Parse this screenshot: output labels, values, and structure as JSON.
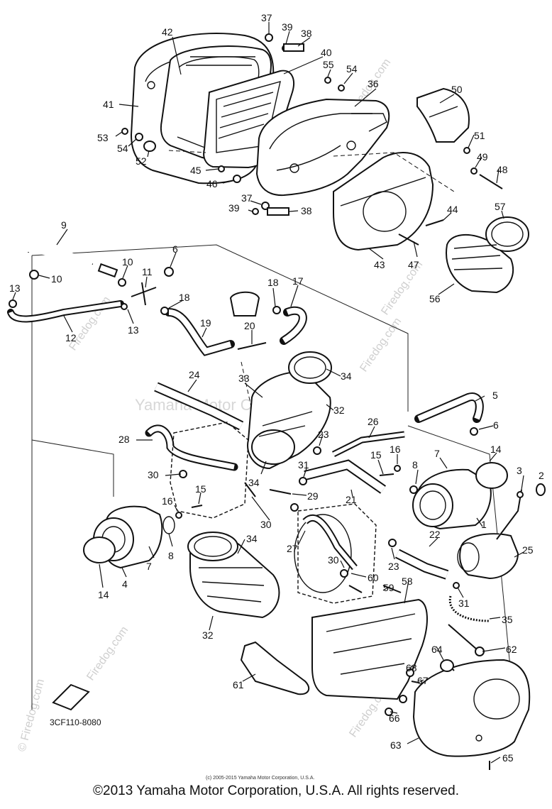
{
  "diagram": {
    "part_code": "3CF110-8080",
    "small_credit": "(c) 2005-2015 Yamaha Motor Corporation, U.S.A.",
    "watermark_center": "Yamaha Motor Corp. U.S.A",
    "watermark_side": "Firedog.com",
    "watermark_logo": "© Firedog.com",
    "copyright": "©2013 Yamaha Motor Corporation, U.S.A. All rights reserved."
  },
  "callouts": [
    {
      "id": "c42",
      "text": "42"
    },
    {
      "id": "c37a",
      "text": "37"
    },
    {
      "id": "c39a",
      "text": "39"
    },
    {
      "id": "c38a",
      "text": "38"
    },
    {
      "id": "c40",
      "text": "40"
    },
    {
      "id": "c55",
      "text": "55"
    },
    {
      "id": "c54a",
      "text": "54"
    },
    {
      "id": "c36",
      "text": "36"
    },
    {
      "id": "c50",
      "text": "50"
    },
    {
      "id": "c41",
      "text": "41"
    },
    {
      "id": "c53",
      "text": "53"
    },
    {
      "id": "c54b",
      "text": "54"
    },
    {
      "id": "c52",
      "text": "52"
    },
    {
      "id": "c51",
      "text": "51"
    },
    {
      "id": "c49",
      "text": "49"
    },
    {
      "id": "c48",
      "text": "48"
    },
    {
      "id": "c45",
      "text": "45"
    },
    {
      "id": "c46",
      "text": "46"
    },
    {
      "id": "c37b",
      "text": "37"
    },
    {
      "id": "c39b",
      "text": "39"
    },
    {
      "id": "c38b",
      "text": "38"
    },
    {
      "id": "c44",
      "text": "44"
    },
    {
      "id": "c57",
      "text": "57"
    },
    {
      "id": "c9",
      "text": "9"
    },
    {
      "id": "c6a",
      "text": "6"
    },
    {
      "id": "c10a",
      "text": "10"
    },
    {
      "id": "c10b",
      "text": "10"
    },
    {
      "id": "c11",
      "text": "11"
    },
    {
      "id": "c13a",
      "text": "13"
    },
    {
      "id": "c18a",
      "text": "18"
    },
    {
      "id": "c18b",
      "text": "18"
    },
    {
      "id": "c17",
      "text": "17"
    },
    {
      "id": "c43",
      "text": "43"
    },
    {
      "id": "c47",
      "text": "47"
    },
    {
      "id": "c56",
      "text": "56"
    },
    {
      "id": "c12",
      "text": "12"
    },
    {
      "id": "c13b",
      "text": "13"
    },
    {
      "id": "c19",
      "text": "19"
    },
    {
      "id": "c20",
      "text": "20"
    },
    {
      "id": "c24",
      "text": "24"
    },
    {
      "id": "c33",
      "text": "33"
    },
    {
      "id": "c34a",
      "text": "34"
    },
    {
      "id": "c32a",
      "text": "32"
    },
    {
      "id": "c5",
      "text": "5"
    },
    {
      "id": "c26",
      "text": "26"
    },
    {
      "id": "c6b",
      "text": "6"
    },
    {
      "id": "c28",
      "text": "28"
    },
    {
      "id": "c23a",
      "text": "23"
    },
    {
      "id": "c15a",
      "text": "15"
    },
    {
      "id": "c16a",
      "text": "16"
    },
    {
      "id": "c7a",
      "text": "7"
    },
    {
      "id": "c14a",
      "text": "14"
    },
    {
      "id": "c3",
      "text": "3"
    },
    {
      "id": "c2",
      "text": "2"
    },
    {
      "id": "c30a",
      "text": "30"
    },
    {
      "id": "c31a",
      "text": "31"
    },
    {
      "id": "c8a",
      "text": "8"
    },
    {
      "id": "c34b",
      "text": "34"
    },
    {
      "id": "c29",
      "text": "29"
    },
    {
      "id": "c21",
      "text": "21"
    },
    {
      "id": "c16b",
      "text": "16"
    },
    {
      "id": "c15b",
      "text": "15"
    },
    {
      "id": "c30b",
      "text": "30"
    },
    {
      "id": "c1",
      "text": "1"
    },
    {
      "id": "c22",
      "text": "22"
    },
    {
      "id": "c34c",
      "text": "34"
    },
    {
      "id": "c27",
      "text": "27"
    },
    {
      "id": "c7b",
      "text": "7"
    },
    {
      "id": "c8b",
      "text": "8"
    },
    {
      "id": "c25",
      "text": "25"
    },
    {
      "id": "c30c",
      "text": "30"
    },
    {
      "id": "c23b",
      "text": "23"
    },
    {
      "id": "c14b",
      "text": "14"
    },
    {
      "id": "c4",
      "text": "4"
    },
    {
      "id": "c60",
      "text": "60"
    },
    {
      "id": "c59",
      "text": "59"
    },
    {
      "id": "c58",
      "text": "58"
    },
    {
      "id": "c31b",
      "text": "31"
    },
    {
      "id": "c35",
      "text": "35"
    },
    {
      "id": "c32b",
      "text": "32"
    },
    {
      "id": "c62",
      "text": "62"
    },
    {
      "id": "c64",
      "text": "64"
    },
    {
      "id": "c68",
      "text": "68"
    },
    {
      "id": "c61",
      "text": "61"
    },
    {
      "id": "c67",
      "text": "67"
    },
    {
      "id": "c66",
      "text": "66"
    },
    {
      "id": "c63",
      "text": "63"
    },
    {
      "id": "c65",
      "text": "65"
    }
  ]
}
